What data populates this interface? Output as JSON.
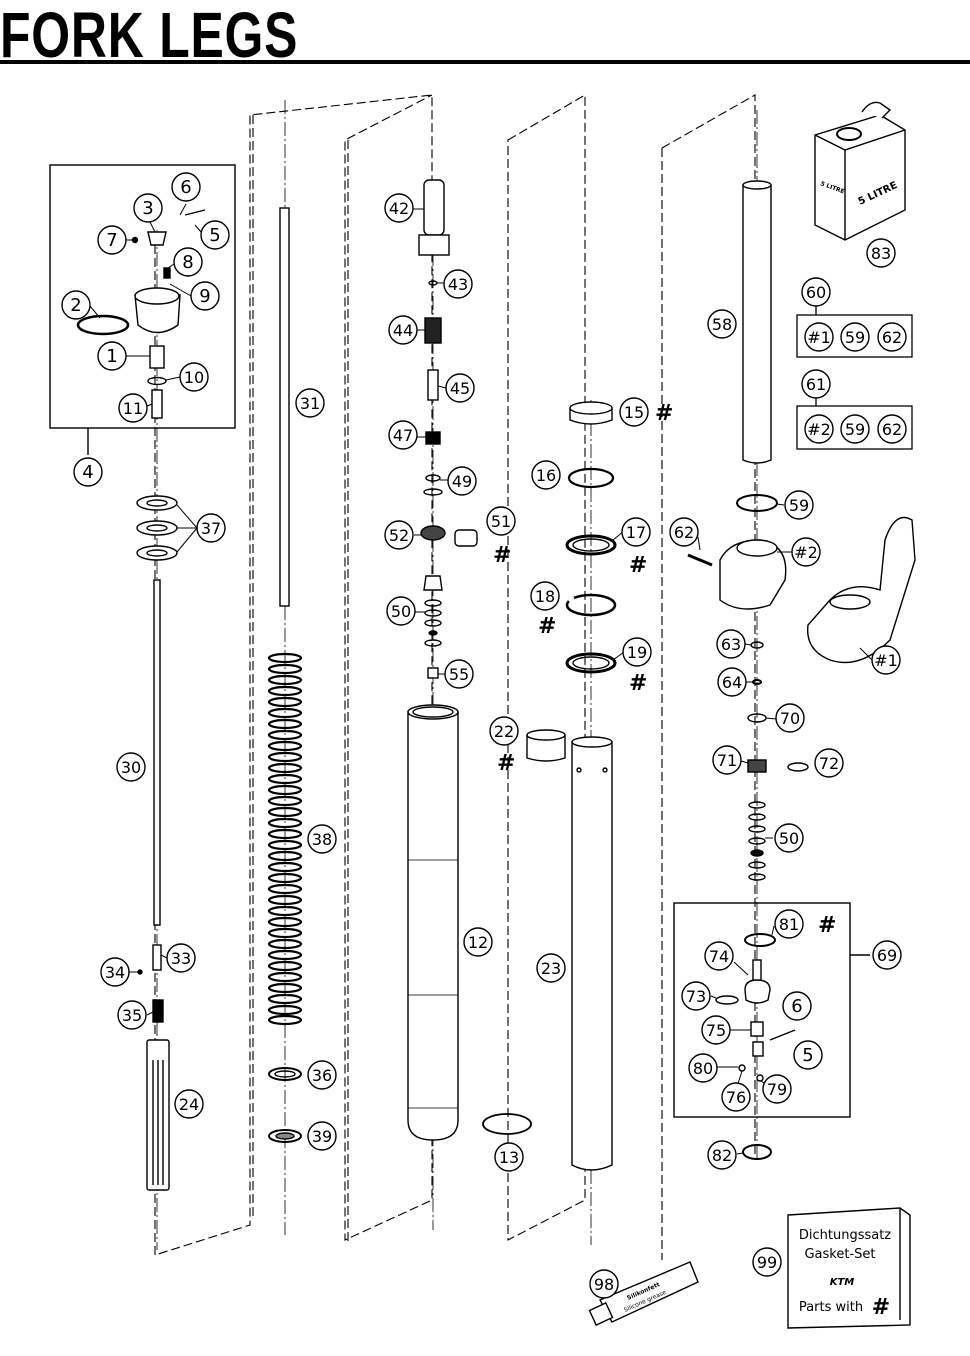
{
  "title": "FORK LEGS",
  "callouts": [
    {
      "label": "1"
    },
    {
      "label": "2"
    },
    {
      "label": "3"
    },
    {
      "label": "4"
    },
    {
      "label": "5"
    },
    {
      "label": "6"
    },
    {
      "label": "7"
    },
    {
      "label": "8"
    },
    {
      "label": "9"
    },
    {
      "label": "10"
    },
    {
      "label": "11"
    },
    {
      "label": "12"
    },
    {
      "label": "13"
    },
    {
      "label": "15"
    },
    {
      "label": "16"
    },
    {
      "label": "17"
    },
    {
      "label": "18"
    },
    {
      "label": "19"
    },
    {
      "label": "22"
    },
    {
      "label": "23"
    },
    {
      "label": "24"
    },
    {
      "label": "30"
    },
    {
      "label": "31"
    },
    {
      "label": "33"
    },
    {
      "label": "34"
    },
    {
      "label": "35"
    },
    {
      "label": "36"
    },
    {
      "label": "37"
    },
    {
      "label": "38"
    },
    {
      "label": "39"
    },
    {
      "label": "42"
    },
    {
      "label": "43"
    },
    {
      "label": "44"
    },
    {
      "label": "45"
    },
    {
      "label": "47"
    },
    {
      "label": "49"
    },
    {
      "label": "50"
    },
    {
      "label": "51"
    },
    {
      "label": "52"
    },
    {
      "label": "55"
    },
    {
      "label": "58"
    },
    {
      "label": "59"
    },
    {
      "label": "60"
    },
    {
      "label": "61"
    },
    {
      "label": "62"
    },
    {
      "label": "63"
    },
    {
      "label": "64"
    },
    {
      "label": "69"
    },
    {
      "label": "70"
    },
    {
      "label": "71"
    },
    {
      "label": "72"
    },
    {
      "label": "50"
    },
    {
      "label": "73"
    },
    {
      "label": "74"
    },
    {
      "label": "75"
    },
    {
      "label": "76"
    },
    {
      "label": "79"
    },
    {
      "label": "80"
    },
    {
      "label": "81"
    },
    {
      "label": "82"
    },
    {
      "label": "83"
    },
    {
      "label": "98"
    },
    {
      "label": "99"
    },
    {
      "label": "6"
    },
    {
      "label": "5"
    },
    {
      "label": "59"
    },
    {
      "label": "62"
    },
    {
      "label": "59"
    },
    {
      "label": "62"
    },
    {
      "label": "#1"
    },
    {
      "label": "#2"
    },
    {
      "label": "#2"
    },
    {
      "label": "#1"
    }
  ],
  "hash_marks": [
    "#",
    "#",
    "#",
    "#",
    "#",
    "#",
    "#"
  ],
  "can_label": "5 LITRE",
  "can_side_label": "5 LITRE",
  "tube_label": "Silicone grease",
  "tube_brand": "Silikonfett",
  "gasket_box": {
    "line1": "Dichtungssatz",
    "line2": "Gasket-Set",
    "brand": "KTM",
    "line3": "Parts with",
    "hash": "#"
  }
}
